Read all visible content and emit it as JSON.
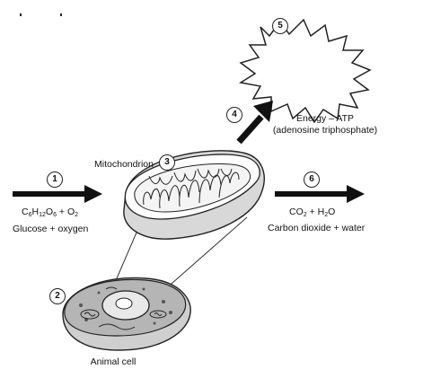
{
  "diagram": {
    "labels": {
      "mitochondrion": "Mitochondrion",
      "animal_cell": "Animal cell",
      "energy_line1": "Energy – ATP",
      "energy_line2": "(adenosine triphosphate)",
      "reactants_formula": {
        "c": "C",
        "c_sub": "6",
        "h": "H",
        "h_sub": "12",
        "o": "O",
        "o_sub": "6",
        "plus": " + ",
        "o2": "O",
        "o2_sub": "2"
      },
      "reactants_words": "Glucose + oxygen",
      "products_formula": {
        "co": "CO",
        "co_sub": "2",
        "plus": " + ",
        "h": "H",
        "h_sub": "2",
        "o": "O"
      },
      "products_words": "Carbon dioxide + water"
    },
    "step_numbers": [
      "1",
      "2",
      "3",
      "4",
      "5",
      "6"
    ]
  }
}
